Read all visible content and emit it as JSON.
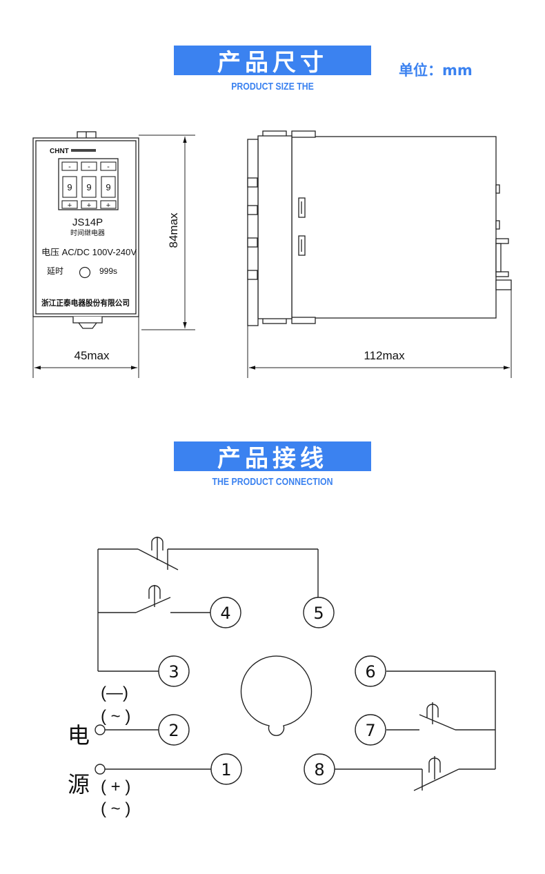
{
  "section_size": {
    "title": "产品尺寸",
    "subtitle": "PRODUCT SIZE THE",
    "unit": "单位：mm"
  },
  "front_view": {
    "brand": "CHNT",
    "digits": [
      "9",
      "9",
      "9"
    ],
    "minus": "-",
    "plus": "+",
    "model": "JS14P",
    "name": "时间继电器",
    "voltage": "电压 AC/DC 100V-240V",
    "delay_label": "延时",
    "delay_value": "999s",
    "company": "浙江正泰电器股份有限公司"
  },
  "dimensions": {
    "height": "84max",
    "front_width": "45max",
    "side_length": "112max"
  },
  "section_wiring": {
    "title": "产品接线",
    "subtitle": "THE PRODUCT CONNECTION"
  },
  "wiring": {
    "pins": [
      "1",
      "2",
      "3",
      "4",
      "5",
      "6",
      "7",
      "8"
    ],
    "power_char_1": "电",
    "power_char_2": "源",
    "pin3_polarity": "(—)",
    "pin2_ac": "( ~ )",
    "pin1_polarity": "( + )",
    "pin1_ac": "( ~ )"
  }
}
